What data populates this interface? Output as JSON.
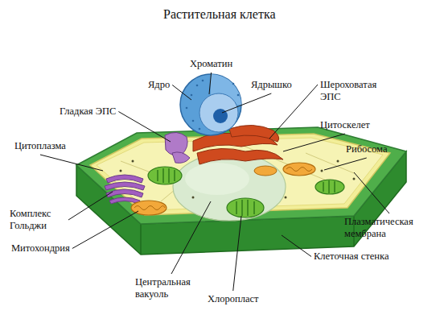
{
  "diagram": {
    "title": "Растительная клетка",
    "labels": [
      "Хроматин",
      "Ядро",
      "Ядрышко",
      "Шероховатая ЭПС",
      "Гладкая ЭПС",
      "Цитоскелет",
      "Цитоплазма",
      "Рибосома",
      "Комплекс Гольджи",
      "Плазматическая мембрана",
      "Митохондрия",
      "Клеточная стенка",
      "Центральная вакуоль",
      "Хлоропласт"
    ]
  }
}
